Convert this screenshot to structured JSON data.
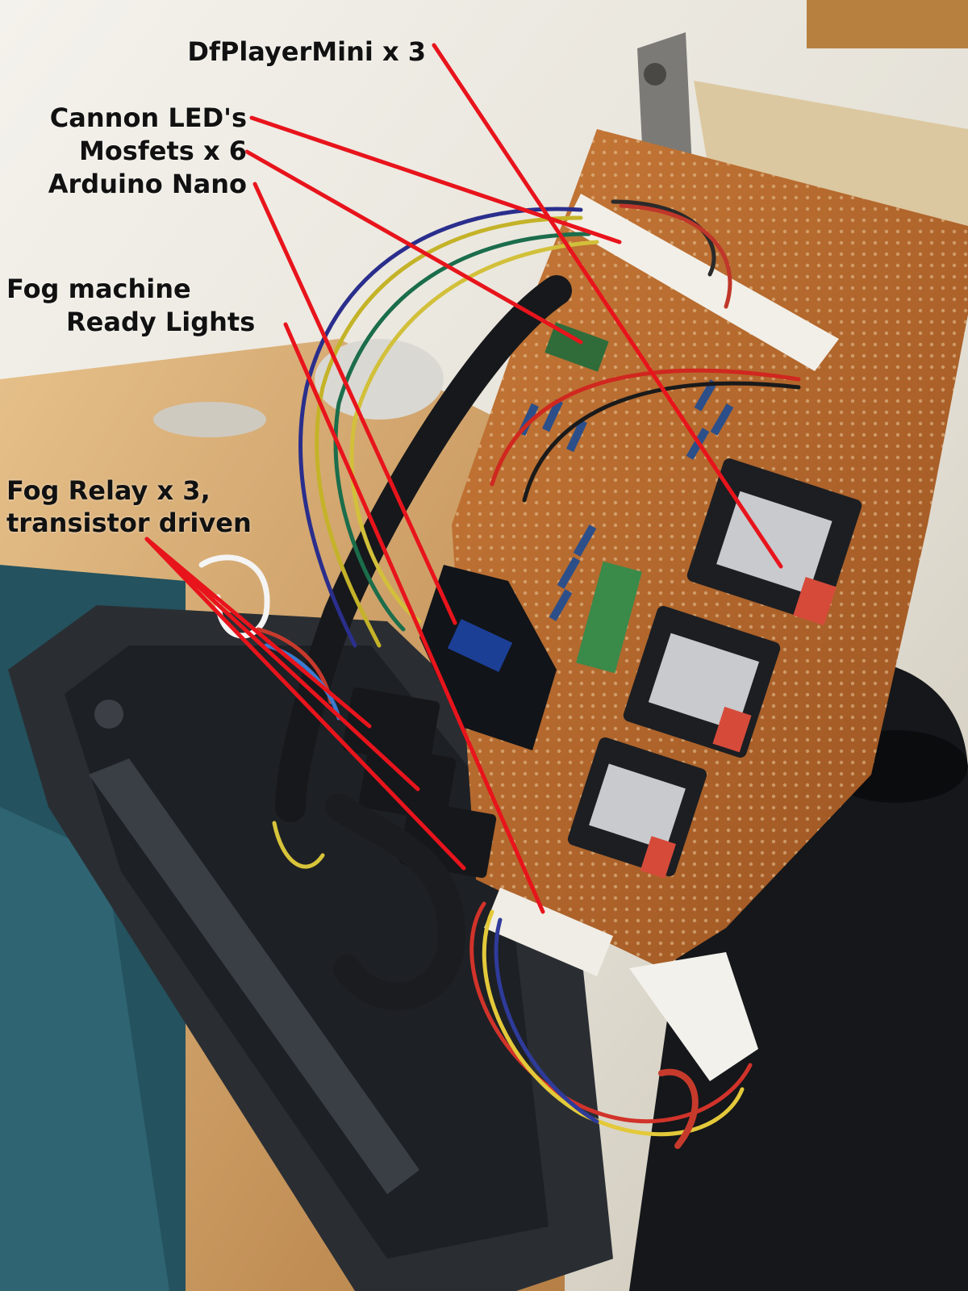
{
  "annotations": {
    "dfplayer": "DfPlayerMini x 3",
    "cannon_leds": "Cannon LED's",
    "mosfets": "Mosfets x 6",
    "arduino_nano": "Arduino Nano",
    "fog_ready_line1": "Fog machine",
    "fog_ready_line2": "Ready Lights",
    "fog_relay_line1": "Fog Relay x 3,",
    "fog_relay_line2": "transistor driven"
  },
  "colors": {
    "leader_line": "#e8141c",
    "label_text": "#111111",
    "pcb": "#b5652a",
    "enclosure": "#262a2e",
    "wall": "#e9e6dd",
    "desk": "#d6a56b"
  }
}
